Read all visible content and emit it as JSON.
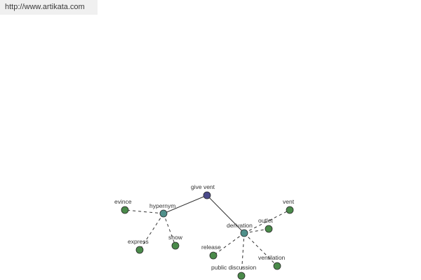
{
  "banner": {
    "url": "http://www.artikata.com"
  },
  "graph": {
    "colors": {
      "root": "#4a4a8a",
      "relation": "#4f8f8a",
      "leaf": "#4a8a4a",
      "edge": "#333333"
    },
    "nodes": [
      {
        "id": "give-vent",
        "label": "give vent",
        "kind": "root"
      },
      {
        "id": "hypernym",
        "label": "hypernym",
        "kind": "relation"
      },
      {
        "id": "derivation",
        "label": "derivation",
        "kind": "relation"
      },
      {
        "id": "evince",
        "label": "evince",
        "kind": "leaf"
      },
      {
        "id": "express",
        "label": "express",
        "kind": "leaf"
      },
      {
        "id": "show",
        "label": "show",
        "kind": "leaf"
      },
      {
        "id": "vent",
        "label": "vent",
        "kind": "leaf"
      },
      {
        "id": "outlet",
        "label": "outlet",
        "kind": "leaf"
      },
      {
        "id": "release",
        "label": "release",
        "kind": "leaf"
      },
      {
        "id": "public-discussion",
        "label": "public discussion",
        "kind": "leaf"
      },
      {
        "id": "ventilation",
        "label": "ventilation",
        "kind": "leaf"
      }
    ],
    "edges": [
      {
        "from": "give-vent",
        "to": "hypernym",
        "style": "solid"
      },
      {
        "from": "give-vent",
        "to": "derivation",
        "style": "solid"
      },
      {
        "from": "hypernym",
        "to": "evince",
        "style": "dashed"
      },
      {
        "from": "hypernym",
        "to": "express",
        "style": "dashed"
      },
      {
        "from": "hypernym",
        "to": "show",
        "style": "dashed"
      },
      {
        "from": "derivation",
        "to": "vent",
        "style": "dashed"
      },
      {
        "from": "derivation",
        "to": "outlet",
        "style": "dashed"
      },
      {
        "from": "derivation",
        "to": "release",
        "style": "dashed"
      },
      {
        "from": "derivation",
        "to": "public-discussion",
        "style": "dashed"
      },
      {
        "from": "derivation",
        "to": "ventilation",
        "style": "dashed"
      }
    ]
  }
}
